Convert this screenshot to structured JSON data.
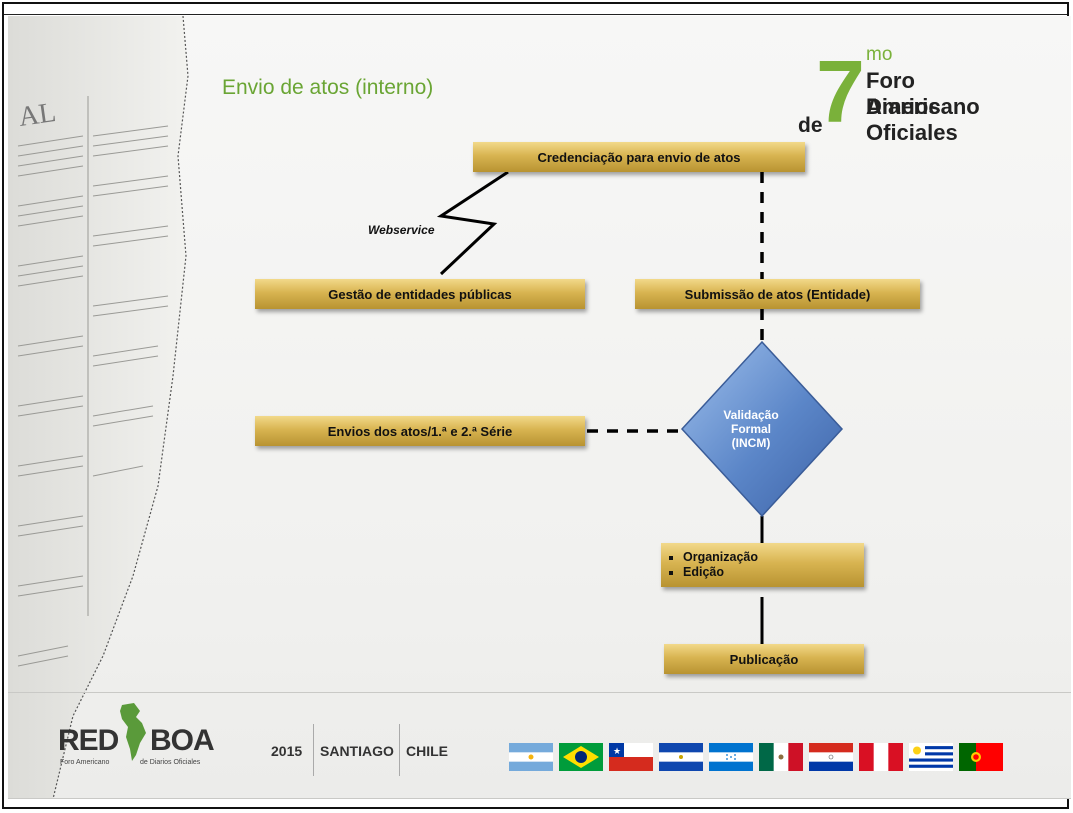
{
  "slide": {
    "title": "Envio de atos (interno)"
  },
  "logo": {
    "seven": "7",
    "superscript": "mo",
    "prefix": "de",
    "line1": "Foro Americano",
    "line2": "Diarios Oficiales",
    "accent_color": "#7ab13a"
  },
  "diagram": {
    "credenciacao": "Credenciação para envio de atos",
    "webservice": "Webservice",
    "gestao": "Gestão de entidades públicas",
    "submissao": "Submissão de atos (Entidade)",
    "envios": "Envios dos atos/1.ª  e 2.ª Série",
    "validacao": {
      "line1": "Validação",
      "line2": "Formal",
      "line3": "(INCM)"
    },
    "organizacao_items": [
      "Organização",
      "Edição"
    ],
    "publicacao": "Publicação",
    "box_color": "#d8b451",
    "diamond_color": "#5b86c8"
  },
  "footer": {
    "red": "RED",
    "boa": "BOA",
    "sub_left": "Foro Americano",
    "sub_right": "de Diarios Oficiales",
    "year": "2015",
    "city": "SANTIAGO",
    "country": "CHILE",
    "flags": [
      "argentina-flag",
      "brazil-flag",
      "chile-flag",
      "el-salvador-flag",
      "honduras-flag",
      "mexico-flag",
      "paraguay-flag",
      "peru-flag",
      "uruguay-flag",
      "portugal-flag"
    ]
  }
}
